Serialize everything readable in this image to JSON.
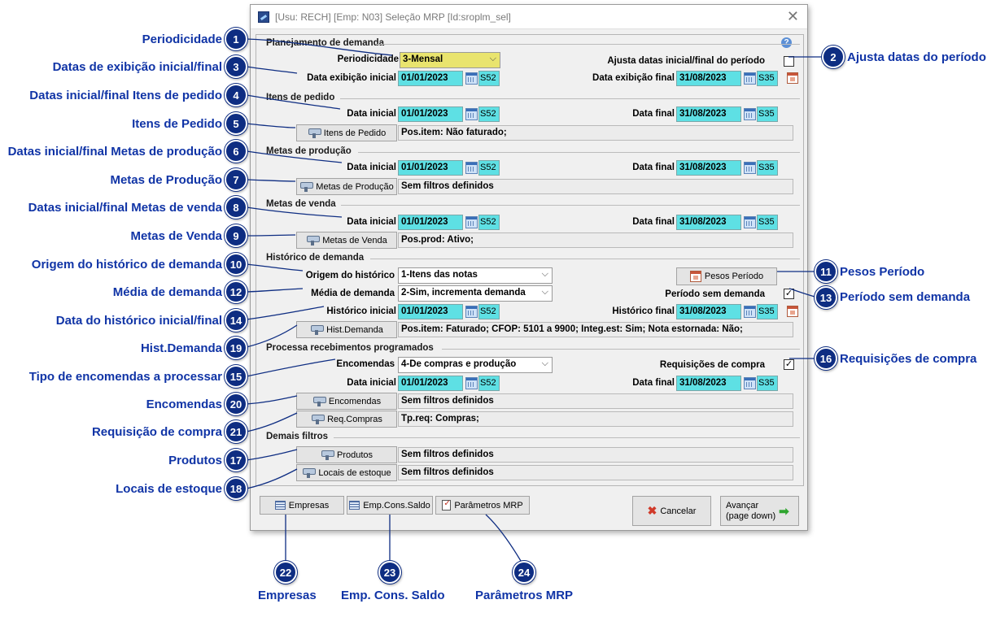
{
  "window": {
    "title": "[Usu: RECH] [Emp: N03] Seleção MRP [Id:sroplm_sel]",
    "close_glyph": "✕"
  },
  "sections": {
    "planejamento": "Planejamento de demanda",
    "itens": "Itens de pedido",
    "metas_producao": "Metas de produção",
    "metas_venda": "Metas de venda",
    "historico": "Histórico de demanda",
    "recebimentos": "Processa recebimentos programados",
    "demais": "Demais filtros"
  },
  "planejamento": {
    "periodicidade_label": "Periodicidade",
    "periodicidade_value": "3-Mensal",
    "ajusta_label": "Ajusta datas inicial/final do período",
    "ajusta_checked": "",
    "exib_inicial_label": "Data exibição inicial",
    "exib_inicial": "01/01/2023",
    "exib_inicial_week": "S52",
    "exib_final_label": "Data exibição final",
    "exib_final": "31/08/2023",
    "exib_final_week": "S35"
  },
  "itens": {
    "inicial_label": "Data inicial",
    "inicial": "01/01/2023",
    "inicial_week": "S52",
    "final_label": "Data final",
    "final": "31/08/2023",
    "final_week": "S35",
    "button": "Itens de Pedido",
    "filter": "Pos.item: Não faturado;"
  },
  "metas_producao": {
    "inicial_label": "Data inicial",
    "inicial": "01/01/2023",
    "inicial_week": "S52",
    "final_label": "Data final",
    "final": "31/08/2023",
    "final_week": "S35",
    "button": "Metas de Produção",
    "filter": "Sem filtros definidos"
  },
  "metas_venda": {
    "inicial_label": "Data inicial",
    "inicial": "01/01/2023",
    "inicial_week": "S52",
    "final_label": "Data final",
    "final": "31/08/2023",
    "final_week": "S35",
    "button": "Metas de Venda",
    "filter": "Pos.prod: Ativo;"
  },
  "historico": {
    "origem_label": "Origem do histórico",
    "origem_value": "1-Itens das notas",
    "media_label": "Média de demanda",
    "media_value": "2-Sim, incrementa demanda",
    "pesos_button": "Pesos Período",
    "sem_demanda_label": "Período sem demanda",
    "sem_demanda_checked": "✓",
    "inicial_label": "Histórico inicial",
    "inicial": "01/01/2023",
    "inicial_week": "S52",
    "final_label": "Histórico final",
    "final": "31/08/2023",
    "final_week": "S35",
    "button": "Hist.Demanda",
    "filter": "Pos.item: Faturado; CFOP: 5101 a 9900; Integ.est: Sim; Nota estornada: Não;"
  },
  "recebimentos": {
    "encomendas_label": "Encomendas",
    "encomendas_value": "4-De compras e produção",
    "requisicoes_label": "Requisições de compra",
    "requisicoes_checked": "✓",
    "inicial_label": "Data inicial",
    "inicial": "01/01/2023",
    "inicial_week": "S52",
    "final_label": "Data final",
    "final": "31/08/2023",
    "final_week": "S35",
    "enc_button": "Encomendas",
    "enc_filter": "Sem filtros definidos",
    "req_button": "Req.Compras",
    "req_filter": "Tp.req: Compras;"
  },
  "demais": {
    "produtos_button": "Produtos",
    "produtos_filter": "Sem filtros definidos",
    "locais_button": "Locais de estoque",
    "locais_filter": "Sem filtros definidos"
  },
  "footer": {
    "empresas": "Empresas",
    "emp_cons_saldo": "Emp.Cons.Saldo",
    "parametros": "Parâmetros MRP",
    "cancelar": "Cancelar",
    "avancar": "Avançar",
    "avancar_sub": "(page down)"
  },
  "annotations": [
    {
      "n": "1",
      "text": "Periodicidade"
    },
    {
      "n": "2",
      "text": "Ajusta datas do período"
    },
    {
      "n": "3",
      "text": "Datas de exibição inicial/final"
    },
    {
      "n": "4",
      "text": "Datas inicial/final Itens de pedido"
    },
    {
      "n": "5",
      "text": "Itens de Pedido"
    },
    {
      "n": "6",
      "text": "Datas inicial/final Metas de produção"
    },
    {
      "n": "7",
      "text": "Metas de Produção"
    },
    {
      "n": "8",
      "text": "Datas inicial/final Metas de venda"
    },
    {
      "n": "9",
      "text": "Metas de Venda"
    },
    {
      "n": "10",
      "text": "Origem do histórico de demanda"
    },
    {
      "n": "11",
      "text": "Pesos Período"
    },
    {
      "n": "12",
      "text": "Média de demanda"
    },
    {
      "n": "13",
      "text": "Período sem demanda"
    },
    {
      "n": "14",
      "text": "Data do histórico inicial/final"
    },
    {
      "n": "19",
      "text": "Hist.Demanda"
    },
    {
      "n": "15",
      "text": "Tipo de encomendas a processar"
    },
    {
      "n": "16",
      "text": "Requisições de compra"
    },
    {
      "n": "20",
      "text": "Encomendas"
    },
    {
      "n": "21",
      "text": "Requisição de compra"
    },
    {
      "n": "17",
      "text": "Produtos"
    },
    {
      "n": "18",
      "text": "Locais de estoque"
    },
    {
      "n": "22",
      "text": "Empresas"
    },
    {
      "n": "23",
      "text": "Emp. Cons. Saldo"
    },
    {
      "n": "24",
      "text": "Parâmetros MRP"
    }
  ],
  "colors": {
    "badge": "#0e2d82",
    "annotation_text": "#1034a6",
    "date_field": "#5ee0e4",
    "combo_highlight": "#e9e46e"
  }
}
